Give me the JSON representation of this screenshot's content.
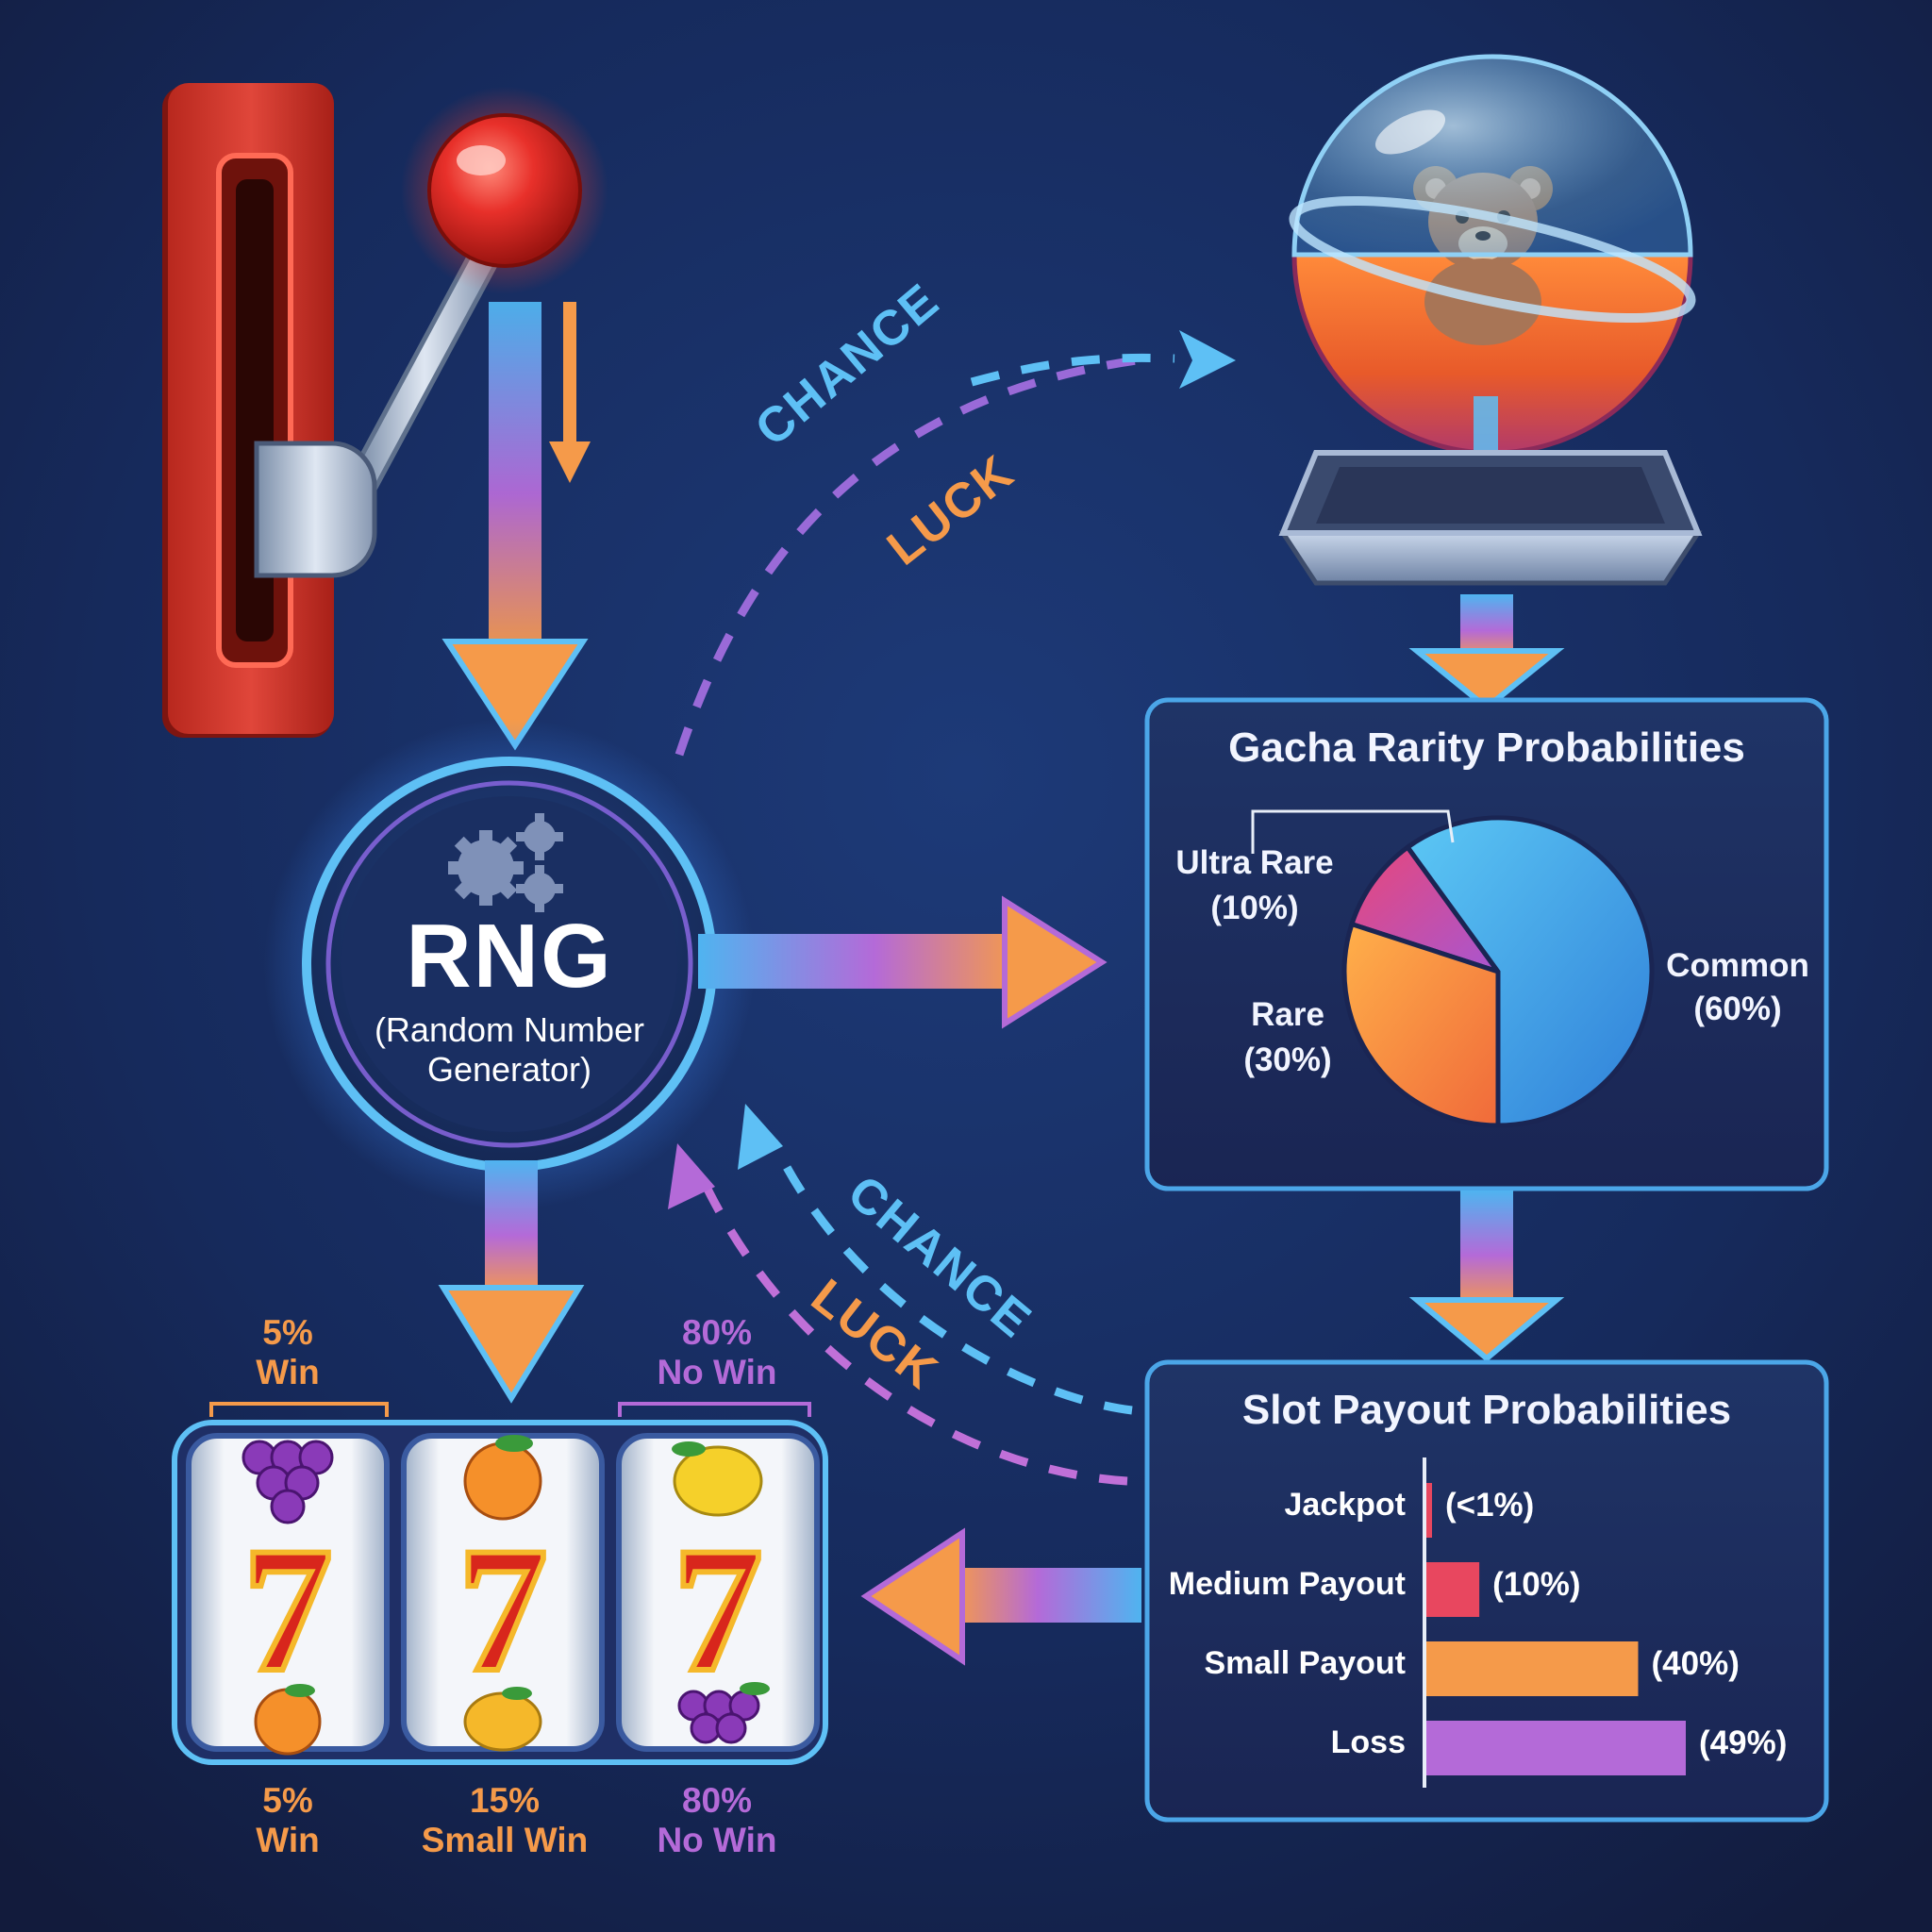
{
  "rng": {
    "title": "RNG",
    "subtitle_line1": "(Random Number",
    "subtitle_line2": "Generator)"
  },
  "arrow_words": {
    "chance": "CHANCE",
    "luck": "LUCK"
  },
  "gacha": {
    "title": "Gacha Rarity Probabilities",
    "ultra_rare_name": "Ultra Rare",
    "ultra_rare_pct": "(10%)",
    "rare_name": "Rare",
    "rare_pct": "(30%)",
    "common_name": "Common",
    "common_pct": "(60%)"
  },
  "slot_payout": {
    "title": "Slot Payout Probabilities",
    "rows": [
      {
        "label": "Jackpot",
        "value_text": "(<1%)"
      },
      {
        "label": "Medium Payout",
        "value_text": "(10%)"
      },
      {
        "label": "Small Payout",
        "value_text": "(40%)"
      },
      {
        "label": "Loss",
        "value_text": "(49%)"
      }
    ]
  },
  "reels": {
    "top_left": {
      "pct": "5%",
      "text": "Win"
    },
    "top_right": {
      "pct": "80%",
      "text": "No Win"
    },
    "bottom": [
      {
        "pct": "5%",
        "text": "Win"
      },
      {
        "pct": "15%",
        "text": "Small Win"
      },
      {
        "pct": "80%",
        "text": "No Win"
      }
    ],
    "symbol": "7"
  },
  "chart_data": [
    {
      "type": "pie",
      "title": "Gacha Rarity Probabilities",
      "categories": [
        "Ultra Rare",
        "Rare",
        "Common"
      ],
      "values": [
        10,
        30,
        60
      ],
      "colors": [
        "#c956b8",
        "#f59a4a",
        "#3da8e8"
      ]
    },
    {
      "type": "bar",
      "title": "Slot Payout Probabilities",
      "categories": [
        "Jackpot",
        "Medium Payout",
        "Small Payout",
        "Loss"
      ],
      "values": [
        0.5,
        10,
        40,
        49
      ],
      "value_labels": [
        "(<1%)",
        "(10%)",
        "(40%)",
        "(49%)"
      ],
      "orientation": "horizontal",
      "colors": [
        "#e8475f",
        "#e8475f",
        "#f59a4a",
        "#b46ad8"
      ]
    }
  ],
  "colors": {
    "background": "#14224a",
    "accent_blue": "#4bb8f0",
    "accent_orange": "#f59a4a",
    "accent_purple": "#b46ad8",
    "lever_red": "#d63a2c"
  }
}
